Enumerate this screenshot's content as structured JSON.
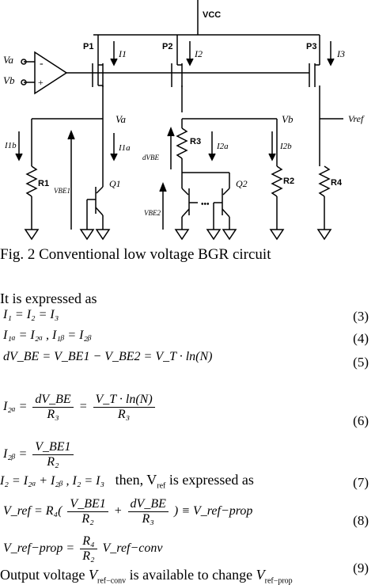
{
  "circuit": {
    "supply": "VCC",
    "transistors": [
      "P1",
      "P2",
      "P3"
    ],
    "bjts": [
      "Q1",
      "Q2"
    ],
    "resistors": [
      "R1",
      "R2",
      "R3",
      "R4"
    ],
    "currents": [
      "I1",
      "I2",
      "I3",
      "I1a",
      "I2a",
      "I1b",
      "I2b"
    ],
    "opamp_inputs": {
      "a": "Va",
      "b": "Vb",
      "minus": "-",
      "plus": "+"
    },
    "nodes": {
      "a": "Va",
      "b": "Vb",
      "ref": "Vref"
    },
    "voltages": {
      "vbe1": "VBE1",
      "vbe2": "VBE2",
      "dvbe": "dVBE"
    },
    "ellipsis": "•••"
  },
  "caption": "Fig. 2 Conventional low voltage BGR circuit",
  "text": {
    "intro": "It is expressed as",
    "then_label": "then, V",
    "then_sub": "ref",
    "then_suffix": " is expressed as",
    "output_line": "Output voltage",
    "output_sub1": "ref−conv",
    "output_mid": " is available to change ",
    "output_sub2": "ref−prop"
  },
  "equations": {
    "eq3": "I₁ = I₂ = I₃",
    "eq4": "I₁ₐ = I₂ₐ , I₁ᵦ = I₂ᵦ",
    "eq5": "dV_BE = V_BE1 − V_BE2 = V_T · ln(N)",
    "eq6_lhs": "I₂ₐ =",
    "eq6_num1": "dV_BE",
    "eq6_den1": "R₃",
    "eq6_num2": "V_T · ln(N)",
    "eq6_den2": "R₃",
    "eq7_lhs": "I₂ᵦ =",
    "eq7_num": "V_BE1",
    "eq7_den": "R₂",
    "eq_sum": "I₂ = I₂ₐ + I₂ᵦ ,     I₂ = I₃",
    "eq8_lhs": "V_ref = R₄(",
    "eq8_num1": "V_BE1",
    "eq8_den1": "R₂",
    "eq8_num2": "dV_BE",
    "eq8_den2": "R₃",
    "eq8_rhs": ") ≡ V_ref−prop",
    "eq9_lhs": "V_ref−prop =",
    "eq9_num": "R₄",
    "eq9_den": "R₂",
    "eq9_rhs": "V_ref−conv",
    "n3": "(3)",
    "n4": "(4)",
    "n5": "(5)",
    "n6": "(6)",
    "n7": "(7)",
    "n8": "(8)",
    "n9": "(9)"
  }
}
